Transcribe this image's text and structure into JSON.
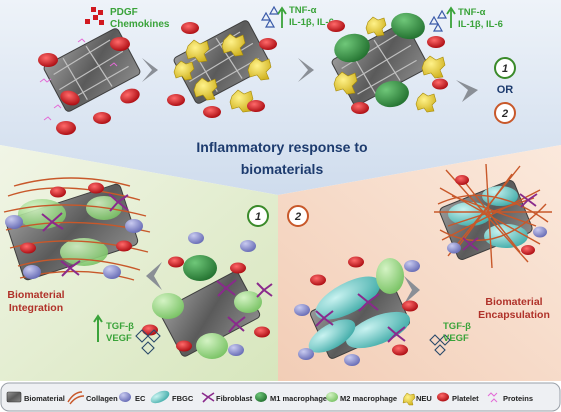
{
  "step1": {
    "pdgf": "PDGF",
    "chemokines": "Chemokines"
  },
  "step2": {
    "cytokines_line1": "TNF-α",
    "cytokines_line2": "IL-1β, IL-6"
  },
  "step3": {
    "cytokines_line1": "TNF-α",
    "cytokines_line2": "IL-1β, IL-6"
  },
  "branch": {
    "option1": "1",
    "or": "OR",
    "option2": "2"
  },
  "center_title": {
    "line1": "Inflammatory response to",
    "line2": "biomaterials"
  },
  "left_panel": {
    "number": "1",
    "outcome_line1": "Biomaterial",
    "outcome_line2": "Integration",
    "factor_line1": "TGF-β",
    "factor_line2": "VEGF"
  },
  "right_panel": {
    "number": "2",
    "outcome_line1": "Biomaterial",
    "outcome_line2": "Encapsulation",
    "factor_line1": "TGF-β",
    "factor_line2": "VEGF"
  },
  "legend": {
    "items": [
      {
        "label": "Biomaterial",
        "icon": "biomaterial-icon"
      },
      {
        "label": "Collagen",
        "icon": "collagen-icon"
      },
      {
        "label": "EC",
        "icon": "ec-icon"
      },
      {
        "label": "FBGC",
        "icon": "fbgc-icon"
      },
      {
        "label": "Fibroblast",
        "icon": "fibroblast-icon"
      },
      {
        "label": "M1 macrophage",
        "icon": "m1-macrophage-icon"
      },
      {
        "label": "M2 macrophage",
        "icon": "m2-macrophage-icon"
      },
      {
        "label": "NEU",
        "icon": "neu-icon"
      },
      {
        "label": "Platelet",
        "icon": "platelet-icon"
      },
      {
        "label": "Proteins",
        "icon": "proteins-icon"
      }
    ]
  },
  "colors": {
    "top_bg": "#dfe9f4",
    "left_bg": "#e6efd6",
    "right_bg": "#f7dccb",
    "platelet": "#d11920",
    "neu": "#e9d32a",
    "m1": "#2e8b3b",
    "m2": "#8fd37a",
    "fbgc": "#5cc6c3",
    "fibroblast": "#8a2a8c",
    "ec": "#7f83c8",
    "collagen": "#c8582a",
    "text_blue": "#1d3b6e",
    "text_green": "#3aa33a",
    "text_red": "#b0322a"
  }
}
